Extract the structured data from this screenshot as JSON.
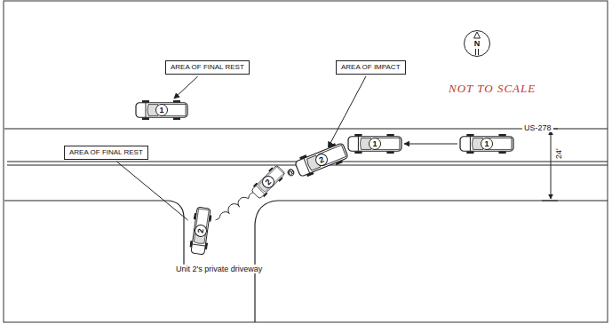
{
  "diagram": {
    "nodes": [
      {
        "text": [
          "AREA OF FINAL REST"
        ]
      },
      {
        "text": [
          "AREA OF IMPACT"
        ]
      },
      {
        "text": [
          "N"
        ]
      },
      {
        "text": [
          "1"
        ]
      },
      {
        "text": [
          "AREA OF FINAL REST"
        ]
      },
      {
        "text": [
          "2"
        ]
      },
      {
        "text": [
          "1"
        ]
      },
      {
        "text": [
          "1"
        ]
      },
      {
        "text": [
          "2"
        ]
      },
      {
        "text": [
          "2"
        ]
      }
    ],
    "edges": [
      {
        "from": 0,
        "to": 3,
        "arrow": "to"
      },
      {
        "from": 1,
        "to": 5,
        "arrow": "to"
      },
      {
        "from": 4,
        "to": 9,
        "arrow": "none"
      },
      {
        "from": 7,
        "to": 6,
        "arrow": "to"
      },
      {
        "from": 5,
        "to": 8,
        "arrow": "none"
      },
      {
        "from": 8,
        "to": 9,
        "arrow": "none"
      }
    ],
    "labels": [
      "NOT TO SCALE",
      "US-278",
      "24'",
      "Unit 2's private driveway"
    ]
  }
}
